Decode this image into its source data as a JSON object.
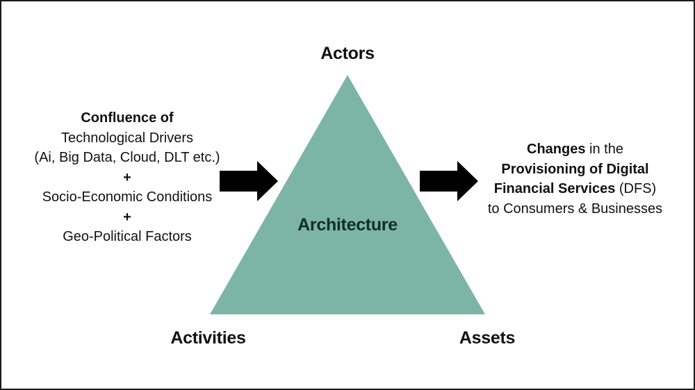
{
  "diagram": {
    "top_node": "Actors",
    "bottom_left_node": "Activities",
    "bottom_right_node": "Assets",
    "center_label": "Architecture",
    "colors": {
      "triangle_fill": "#7cb5a6",
      "arrow_fill": "#000000",
      "border": "#1a1a1a"
    }
  },
  "inputs": {
    "heading": "Confluence of",
    "line1": "Technological Drivers",
    "line2": "(Ai, Big Data, Cloud, DLT etc.)",
    "plus1": "+",
    "line3": "Socio-Economic Conditions",
    "plus2": "+",
    "line4": "Geo-Political Factors"
  },
  "outputs": {
    "line1_bold": "Changes",
    "line1_rest": " in the",
    "line2_bold": "Provisioning of Digital",
    "line3_bold": "Financial Services",
    "line3_rest": " (DFS)",
    "line4": "to Consumers & Businesses"
  }
}
